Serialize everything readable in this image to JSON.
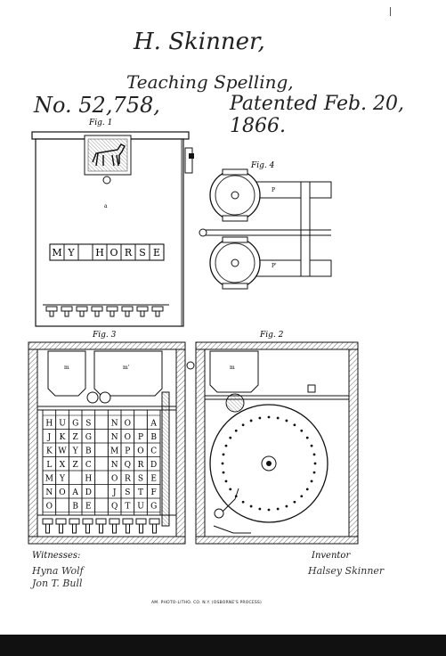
{
  "header": {
    "inventor": "H. Skinner,",
    "title": "Teaching Spelling,",
    "patent_number": "No. 52,758,",
    "patented": "Patented Feb. 20, 1866."
  },
  "figures": {
    "fig1": "Fig. 1",
    "fig2": "Fig. 2",
    "fig3": "Fig. 3",
    "fig4": "Fig. 4"
  },
  "fig1_letters": [
    "M",
    "Y",
    "",
    "H",
    "O",
    "R",
    "S",
    "E"
  ],
  "fig3_rows": [
    [
      "H",
      "U",
      "G",
      "S",
      "",
      "N",
      "O",
      "",
      "A"
    ],
    [
      "J",
      "K",
      "Z",
      "G",
      "",
      "N",
      "O",
      "P",
      "B"
    ],
    [
      "K",
      "W",
      "Y",
      "B",
      "",
      "M",
      "P",
      "O",
      "C"
    ],
    [
      "L",
      "X",
      "Z",
      "C",
      "",
      "N",
      "Q",
      "R",
      "D"
    ],
    [
      "M",
      "Y",
      "",
      "H",
      "",
      "O",
      "R",
      "S",
      "E"
    ],
    [
      "N",
      "O",
      "A",
      "D",
      "",
      "J",
      "S",
      "T",
      "F"
    ],
    [
      "O",
      "",
      "B",
      "E",
      "",
      "Q",
      "T",
      "U",
      "G"
    ]
  ],
  "witnesses": {
    "label": "Witnesses:",
    "sig1": "Hyna Wolf",
    "sig2": "Jon T. Bull"
  },
  "inventor": {
    "label": "Inventor",
    "sig": "Halsey Skinner"
  },
  "footer": {
    "credit": "AM. PHOTO-LITHO. CO. N.Y. (OSBORNE'S PROCESS)"
  }
}
